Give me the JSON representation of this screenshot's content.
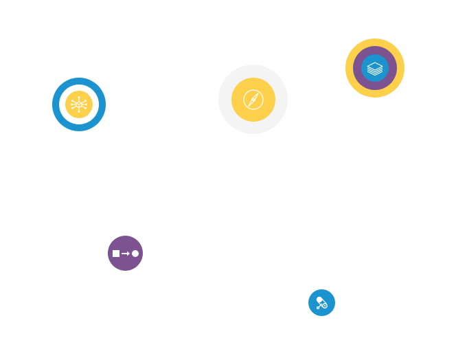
{
  "badges": [
    {
      "name": "network-cube-badge",
      "icon": "network-cube-icon",
      "colors": {
        "outer": "#1b93cf",
        "gap": "#ffffff",
        "core": "#fdd04b"
      }
    },
    {
      "name": "compass-badge",
      "icon": "compass-icon",
      "colors": {
        "halo": "#f4f4f4",
        "core": "#fdd04b"
      }
    },
    {
      "name": "layers-badge",
      "icon": "stacked-layers-icon",
      "colors": {
        "outer": "#fdd04b",
        "ring": "#7c5290",
        "core": "#1b93cf"
      }
    },
    {
      "name": "flow-badge",
      "icon": "square-arrow-circle-icon",
      "colors": {
        "core": "#7c5290"
      }
    },
    {
      "name": "conveyor-badge",
      "icon": "conveyor-gear-icon",
      "colors": {
        "core": "#1b93cf"
      }
    }
  ]
}
